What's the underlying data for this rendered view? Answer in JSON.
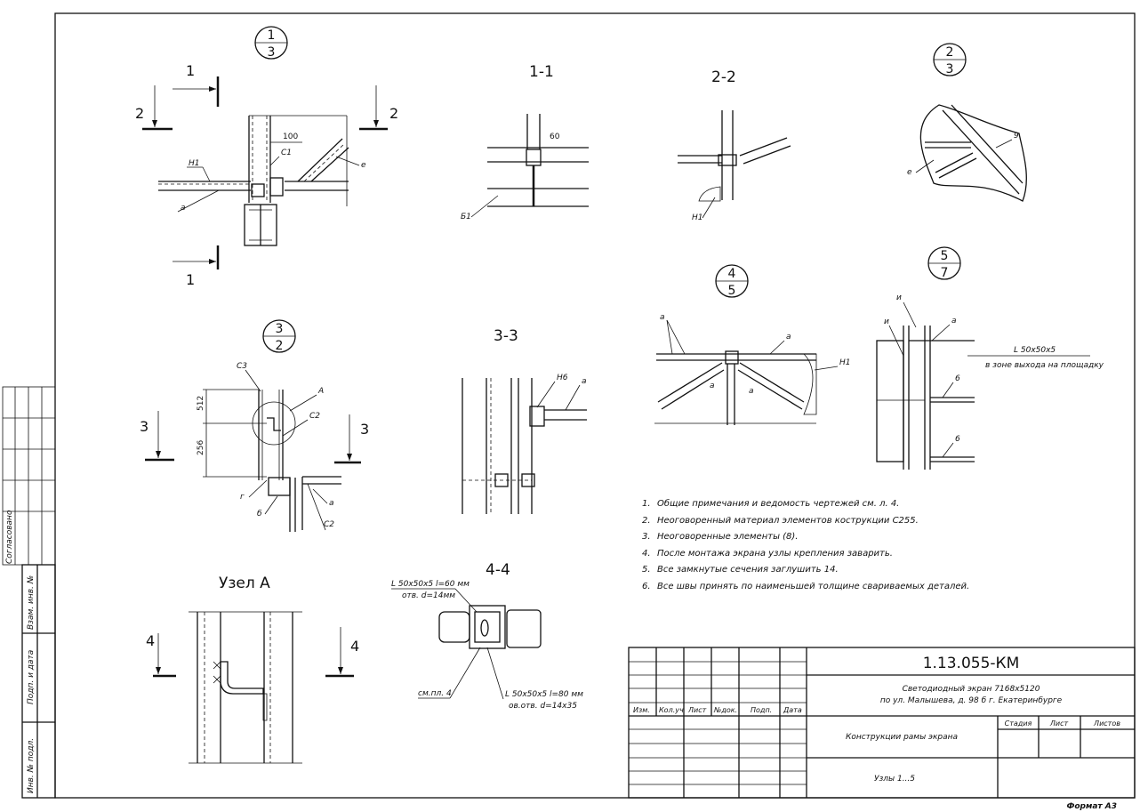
{
  "views": {
    "node_1_3": {
      "circle_top": "1",
      "circle_bottom": "3"
    },
    "node_2_3": {
      "circle_top": "2",
      "circle_bottom": "3"
    },
    "node_3_2": {
      "circle_top": "3",
      "circle_bottom": "2"
    },
    "node_4_5": {
      "circle_top": "4",
      "circle_bottom": "5"
    },
    "node_5_7": {
      "circle_top": "5",
      "circle_bottom": "7"
    }
  },
  "section_titles": {
    "s11": "1-1",
    "s22": "2-2",
    "s33": "3-3",
    "s44": "4-4",
    "uzel_a": "Узел А"
  },
  "cut_marks": {
    "one": "1",
    "two": "2",
    "three": "3",
    "four": "4"
  },
  "labels": {
    "n1": "Н1",
    "a": "а",
    "c1": "С1",
    "e": "е",
    "dim100": "100",
    "dim60": "60",
    "b1": "Б1",
    "nine": "9",
    "c3": "С3",
    "A": "А",
    "c2": "С2",
    "dim512": "512",
    "dim256": "256",
    "g": "г",
    "b": "б",
    "n6": "Н6",
    "u": "и",
    "six": "6",
    "angle_note": "L 50x50x5",
    "zone_note": "в зоне выхода на площадку",
    "l60": "L 50x50x5 l=60 мм",
    "otv14": "отв. d=14мм",
    "smpl4": "см.пл. 4",
    "l80": "L 50x50x5 l=80 мм",
    "otv1435": "ов.отв. d=14х35"
  },
  "notes": [
    {
      "num": "1.",
      "text": "Общие примечания и ведомость чертежей см. л. 4."
    },
    {
      "num": "2.",
      "text": "Неоговоренный материал элементов кострукции С255."
    },
    {
      "num": "3.",
      "text": "Неоговоренные элементы (8)."
    },
    {
      "num": "4.",
      "text": "После монтажа экрана узлы крепления заварить."
    },
    {
      "num": "5.",
      "text": "Все замкнутые сечения заглушить 14."
    },
    {
      "num": "6.",
      "text": "Все швы принять по наименьшей толщине свариваемых деталей."
    }
  ],
  "title_block": {
    "code": "1.13.055-КМ",
    "project_line1": "Светодиодный экран 7168х5120",
    "project_line2": "по ул. Малышева, д. 98 б г. Екатеринбурге",
    "sheet_title": "Конструкции рамы экрана",
    "sheet_subtitle": "Узлы 1...5",
    "headers": [
      "Изм.",
      "Кол.уч",
      "Лист",
      "№док.",
      "Подп.",
      "Дата"
    ],
    "stage_headers": [
      "Стадия",
      "Лист",
      "Листов"
    ],
    "format": "Формат А3"
  },
  "side_stamp": {
    "agreed": "Согласовано",
    "inv_zam": "Взам. инв. №",
    "sign_date": "Подп. и дата",
    "inv_podl": "Инв. № подл."
  }
}
